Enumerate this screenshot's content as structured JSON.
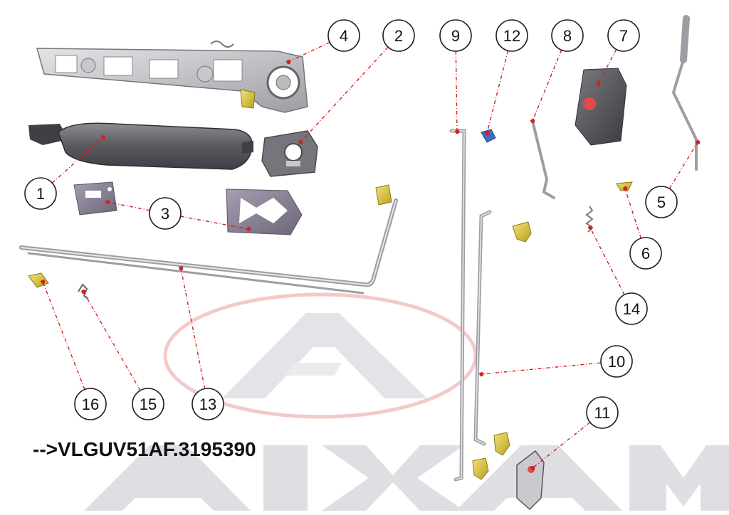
{
  "diagram": {
    "reference": "-->VLGUV51AF.3195390",
    "watermark": "AIXAM",
    "colors": {
      "leader": "#d42020",
      "metal": "#a9a9ad",
      "metal_dark": "#6e6e74",
      "brass": "#d8c23a",
      "handle": "#5b5b60",
      "plate": "#8a8290",
      "watermark_grey": "#d9d9dc",
      "watermark_red": "#f2b9b9"
    },
    "callouts": [
      {
        "id": "1",
        "label": "1",
        "part": "exterior handle"
      },
      {
        "id": "2",
        "label": "2",
        "part": "lock cover cap"
      },
      {
        "id": "3",
        "label": "3",
        "part": "handle gaskets"
      },
      {
        "id": "4",
        "label": "4",
        "part": "handle mechanism bracket"
      },
      {
        "id": "5",
        "label": "5",
        "part": "lock button rod"
      },
      {
        "id": "6",
        "label": "6",
        "part": "clip"
      },
      {
        "id": "7",
        "label": "7",
        "part": "interior knob"
      },
      {
        "id": "8",
        "label": "8",
        "part": "bent rod"
      },
      {
        "id": "9",
        "label": "9",
        "part": "long vertical rod"
      },
      {
        "id": "10",
        "label": "10",
        "part": "vertical rod"
      },
      {
        "id": "11",
        "label": "11",
        "part": "lock lever"
      },
      {
        "id": "12",
        "label": "12",
        "part": "small clip"
      },
      {
        "id": "13",
        "label": "13",
        "part": "long horizontal rod"
      },
      {
        "id": "14",
        "label": "14",
        "part": "spring"
      },
      {
        "id": "15",
        "label": "15",
        "part": "small spring clip"
      },
      {
        "id": "16",
        "label": "16",
        "part": "rod clip"
      }
    ]
  }
}
